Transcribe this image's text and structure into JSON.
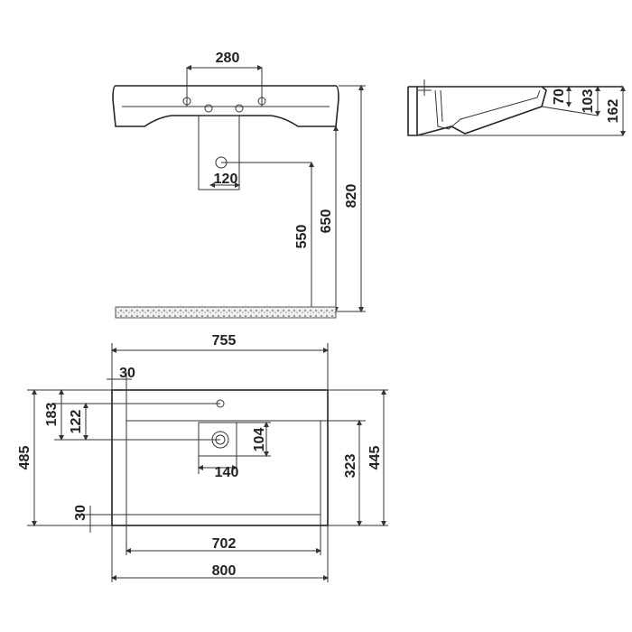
{
  "front_view": {
    "faucet_spacing": "280",
    "trap_width": "120",
    "drain_height": "550",
    "basin_bottom_height": "650",
    "top_height": "820"
  },
  "side_view": {
    "depth_inner": "70",
    "depth_mid": "103",
    "depth_total": "162"
  },
  "top_view": {
    "inner_width": "755",
    "rim_left": "30",
    "faucet_offset": "183",
    "drain_offset_front": "122",
    "drain_box_height": "104",
    "drain_box_width": "140",
    "inner_depth": "323",
    "outer_depth_right": "445",
    "total_depth": "485",
    "rim_front": "30",
    "basin_width": "702",
    "total_width": "800"
  }
}
